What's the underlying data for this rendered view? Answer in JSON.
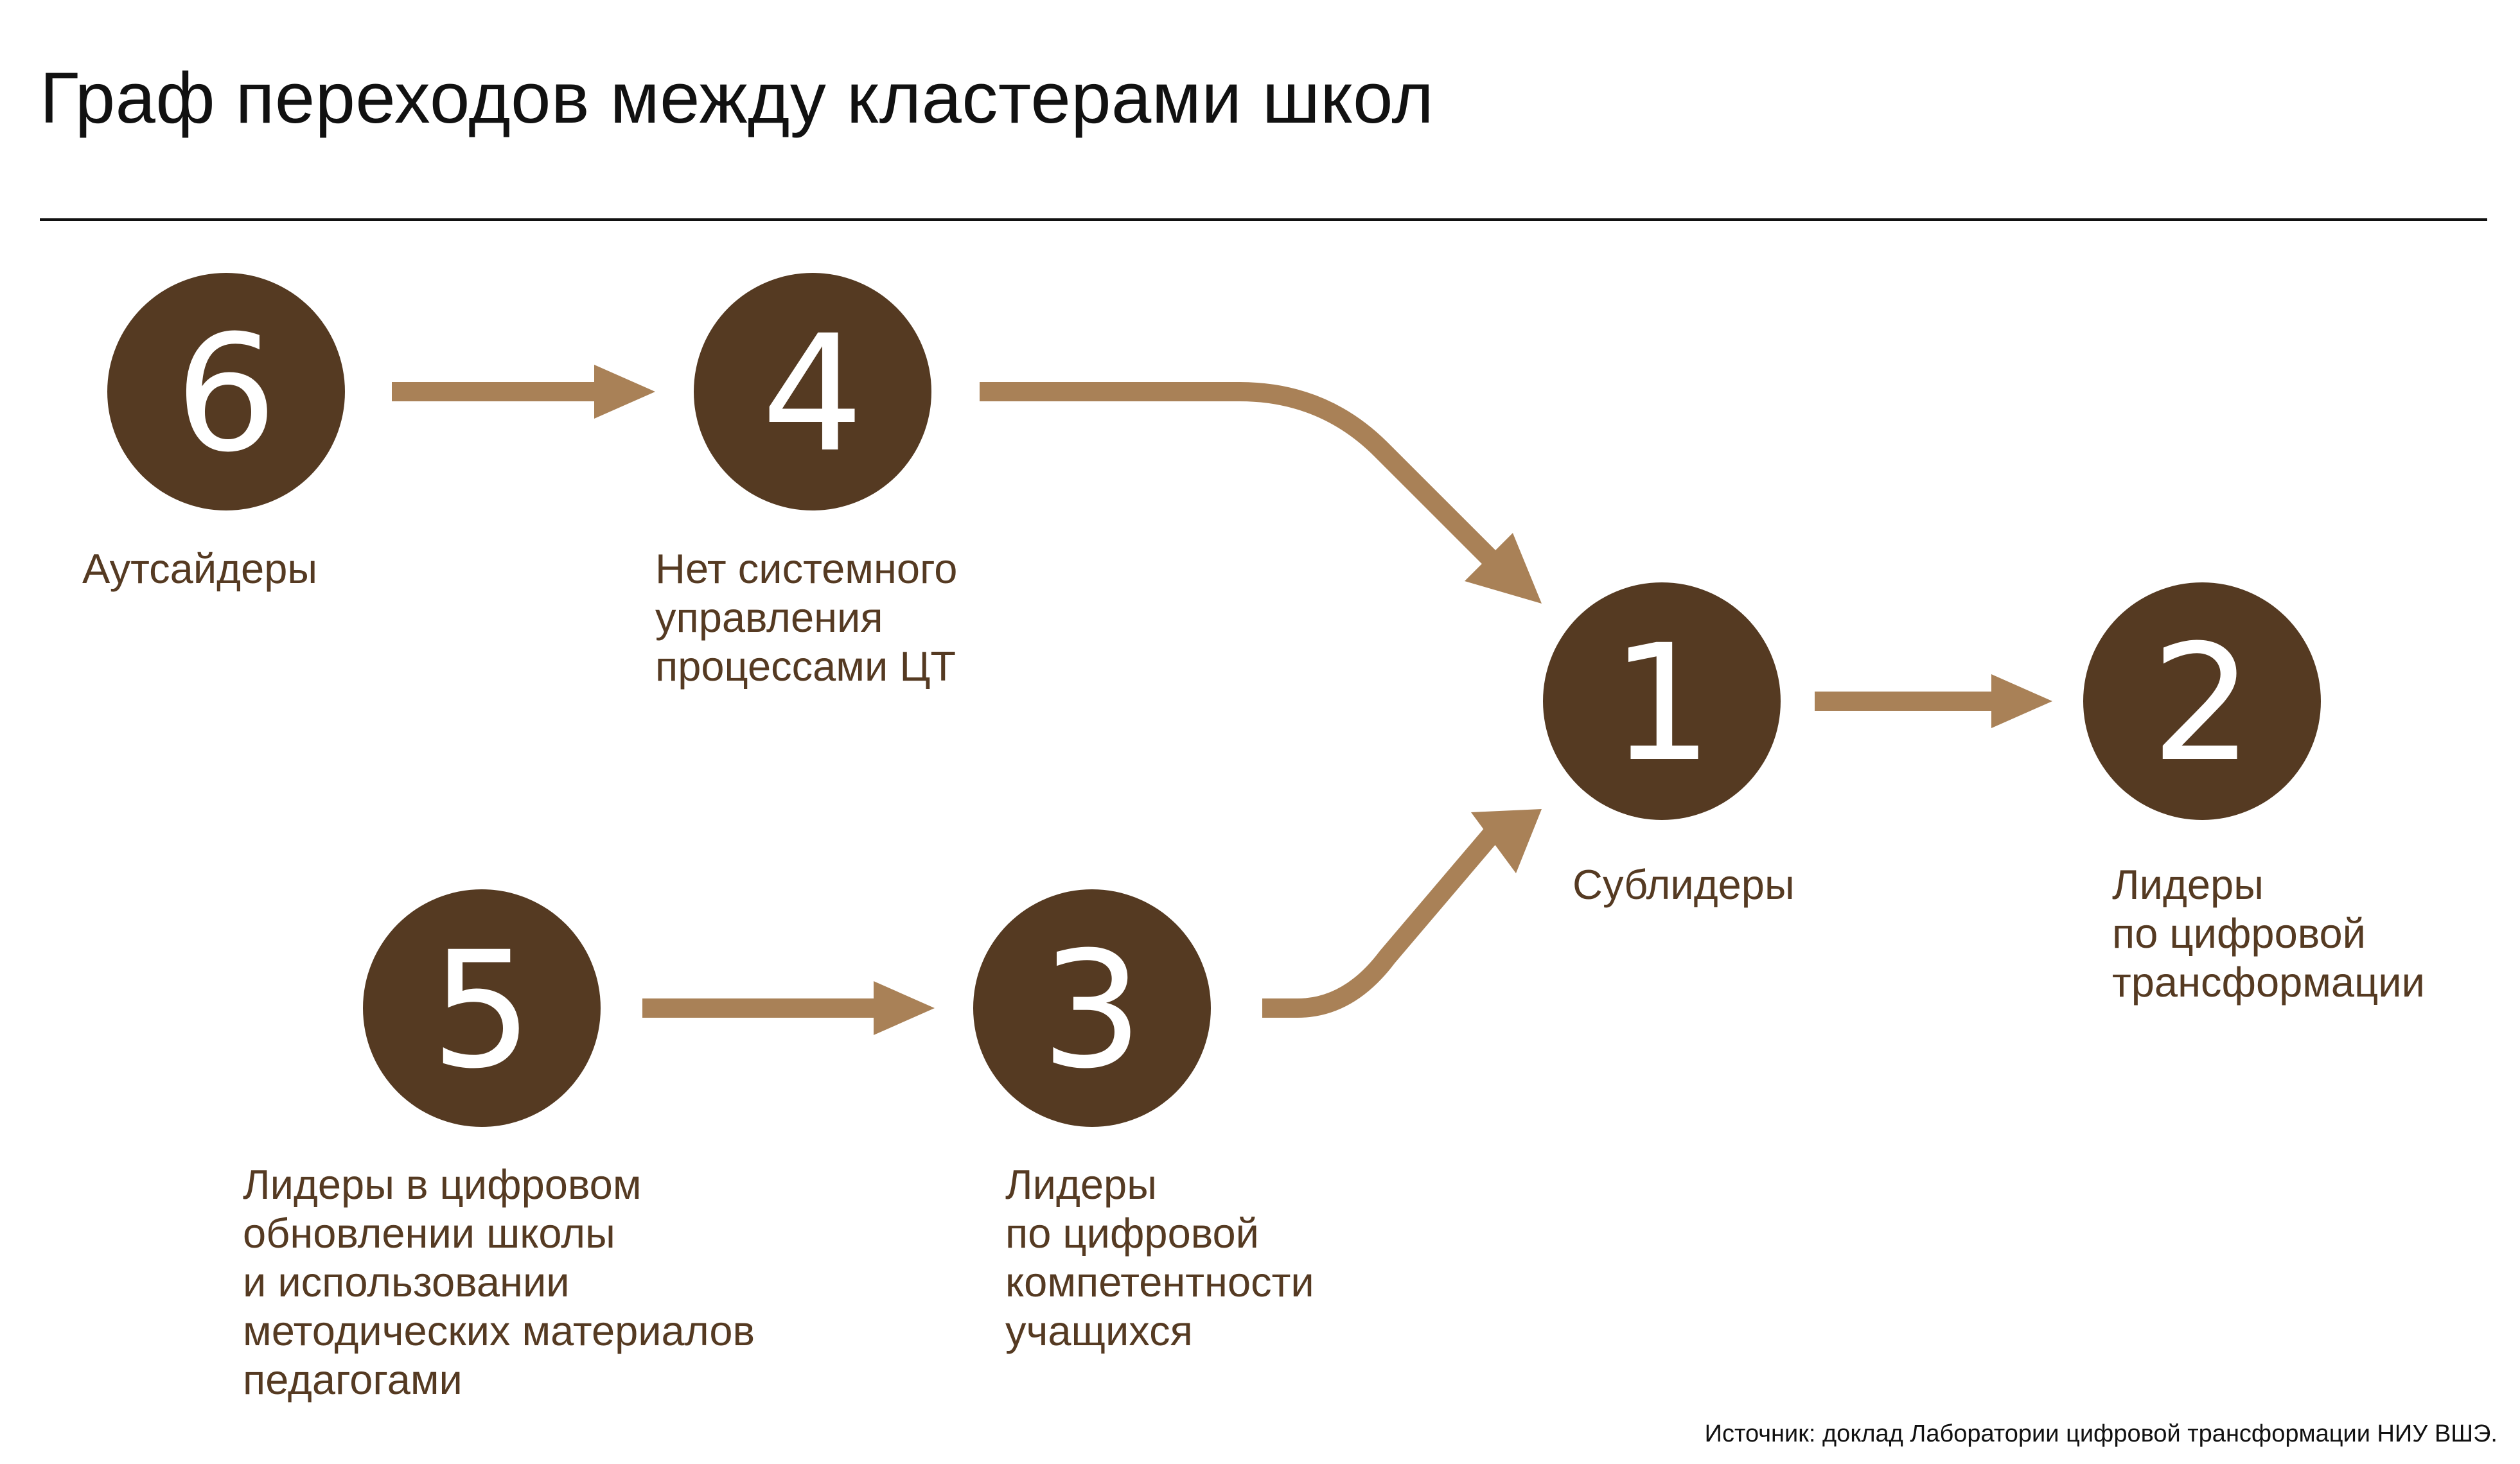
{
  "title": "Граф переходов между кластерами школ",
  "colors": {
    "node_fill": "#553a22",
    "arrow": "#a98157",
    "label_text": "#553a22"
  },
  "nodes": [
    {
      "number": "6",
      "label": "Аутсайдеры"
    },
    {
      "number": "4",
      "label": "Нет системного\nуправления\nпроцессами ЦТ"
    },
    {
      "number": "1",
      "label": "Сублидеры"
    },
    {
      "number": "2",
      "label": "Лидеры\nпо цифровой\nтрансформации"
    },
    {
      "number": "5",
      "label": "Лидеры в цифровом\nобновлении школы\nи  использовании\nметодических материалов\nпедагогами"
    },
    {
      "number": "3",
      "label": "Лидеры\nпо цифровой\nкомпетентности\nучащихся"
    }
  ],
  "edges": [
    {
      "from": "6",
      "to": "4"
    },
    {
      "from": "4",
      "to": "1"
    },
    {
      "from": "5",
      "to": "3"
    },
    {
      "from": "3",
      "to": "1"
    },
    {
      "from": "1",
      "to": "2"
    }
  ],
  "source": "Источник: доклад Лаборатории цифровой трансформации НИУ ВШЭ."
}
